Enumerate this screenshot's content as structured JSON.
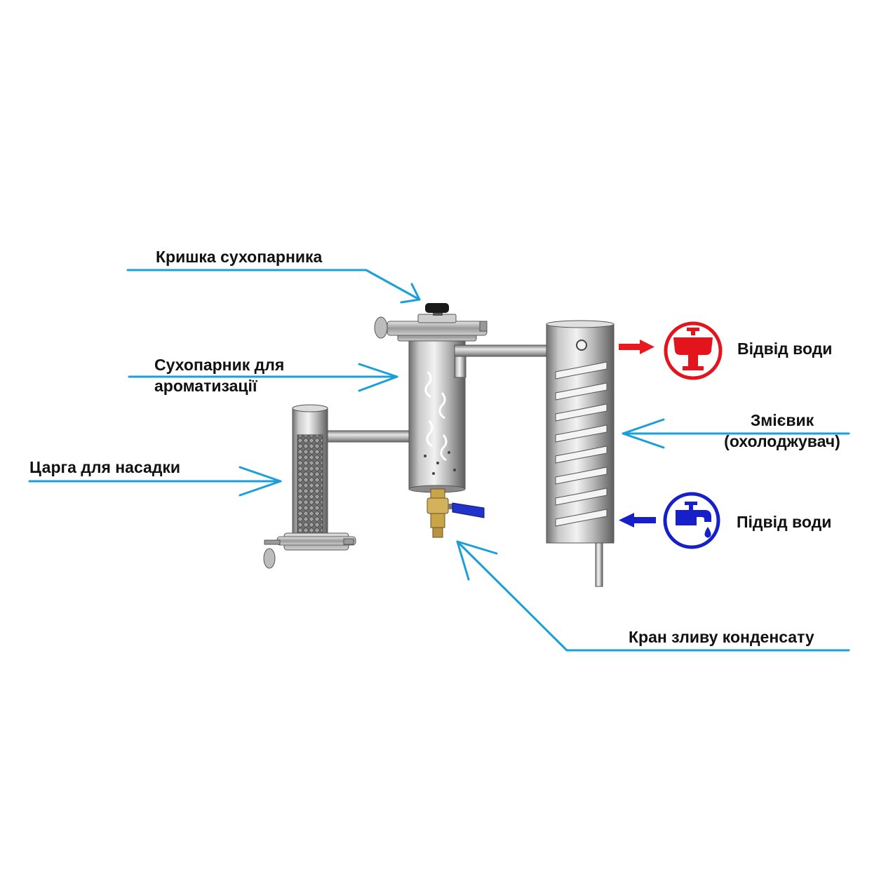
{
  "labels": {
    "lid": "Кришка сухопарника",
    "dry_steamer_line1": "Сухопарник для",
    "dry_steamer_line2": "ароматизації",
    "column": "Царга для насадки",
    "water_out": "Відвід води",
    "coil_line1": "Змієвик",
    "coil_line2": "(охолоджувач)",
    "water_in": "Підвід води",
    "drain_valve": "Кран зливу конденсату"
  },
  "colors": {
    "callout_line": "#1a9fd9",
    "water_out_arrow": "#e8191f",
    "water_in_arrow": "#1620c8",
    "sink_icon": "#e3141c",
    "tap_icon": "#1620c8",
    "valve_handle": "#2233cc",
    "steel": "#a8a8a8"
  },
  "icons": {
    "water_out": "sink-icon",
    "water_in": "faucet-icon"
  }
}
